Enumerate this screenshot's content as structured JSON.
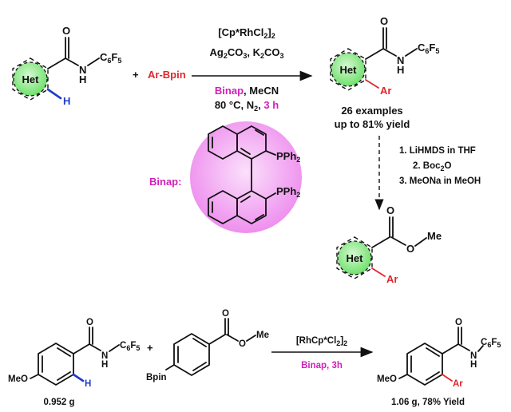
{
  "scheme": {
    "reactant_atoms": {
      "O": "O",
      "N": "N",
      "H": "H",
      "C6F5": [
        "C",
        "6",
        "F",
        "5"
      ]
    },
    "het_label": "Het",
    "ring_h": "H",
    "plus": "+",
    "arbpin": "Ar-Bpin",
    "conditions": {
      "catalyst": [
        "[Cp*RhCl",
        "2",
        "]",
        "2"
      ],
      "additives": [
        "Ag",
        "2",
        "CO",
        "3",
        ", K",
        "2",
        "CO",
        "3"
      ],
      "ligand": "Binap",
      "solvent": ", MeCN",
      "temp": "80 °C, N",
      "temp_sub": "2",
      "time_sep": ", ",
      "time": "3 h"
    },
    "product_ar": "Ar",
    "results": {
      "examples": "26 examples",
      "yield": "up to 81% yield"
    },
    "binap_label": "Binap:",
    "pph2": [
      "PPh",
      "2"
    ],
    "transform_steps": [
      "1. LiHMDS in THF",
      "2. Boc",
      "2",
      "O",
      "3. MeONa in MeOH"
    ],
    "ester": {
      "O": "O",
      "O2": "O",
      "Me": "Me"
    }
  },
  "example": {
    "meo": "MeO",
    "plus": "+",
    "bpin": "Bpin",
    "catalyst": [
      "[RhCp*Cl",
      "2",
      "]",
      "2"
    ],
    "conditions2": "Binap, 3h",
    "reactant_mass": "0.952 g",
    "product_result": "1.06 g, 78% Yield"
  },
  "colors": {
    "red": "#e0262b",
    "blue": "#1f3cc8",
    "magenta": "#d21fb8",
    "het_fill": "#7ee87a",
    "binap_fill": "#f3a6f3"
  }
}
